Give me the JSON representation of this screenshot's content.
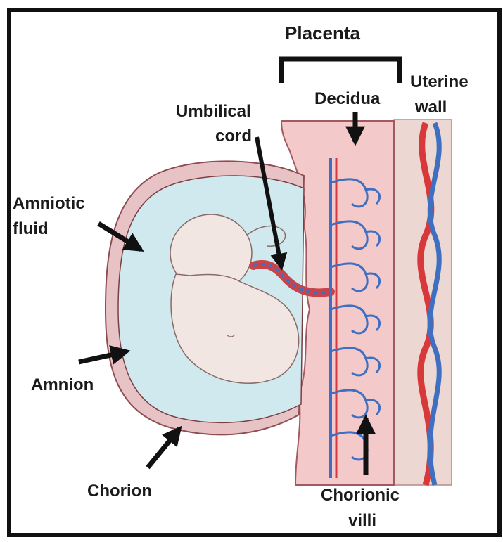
{
  "diagram": {
    "labels": {
      "placenta": "Placenta",
      "uterine_wall_1": "Uterine",
      "uterine_wall_2": "wall",
      "umbilical_cord_1": "Umbilical",
      "umbilical_cord_2": "cord",
      "decidua": "Decidua",
      "amniotic_fluid_1": "Amniotic",
      "amniotic_fluid_2": "fluid",
      "amnion": "Amnion",
      "chorion": "Chorion",
      "chorionic_villi_1": "Chorionic",
      "chorionic_villi_2": "villi"
    },
    "colors": {
      "amniotic_fluid": "#cfe9ee",
      "chorion": "#e8c3c6",
      "placenta_tissue": "#f3c9c9",
      "uterine_wall": "#ecd7d3",
      "artery": "#d9383a",
      "vein": "#3f6fc0",
      "fetus": "#f2e6e3",
      "arrow": "#111111"
    }
  }
}
